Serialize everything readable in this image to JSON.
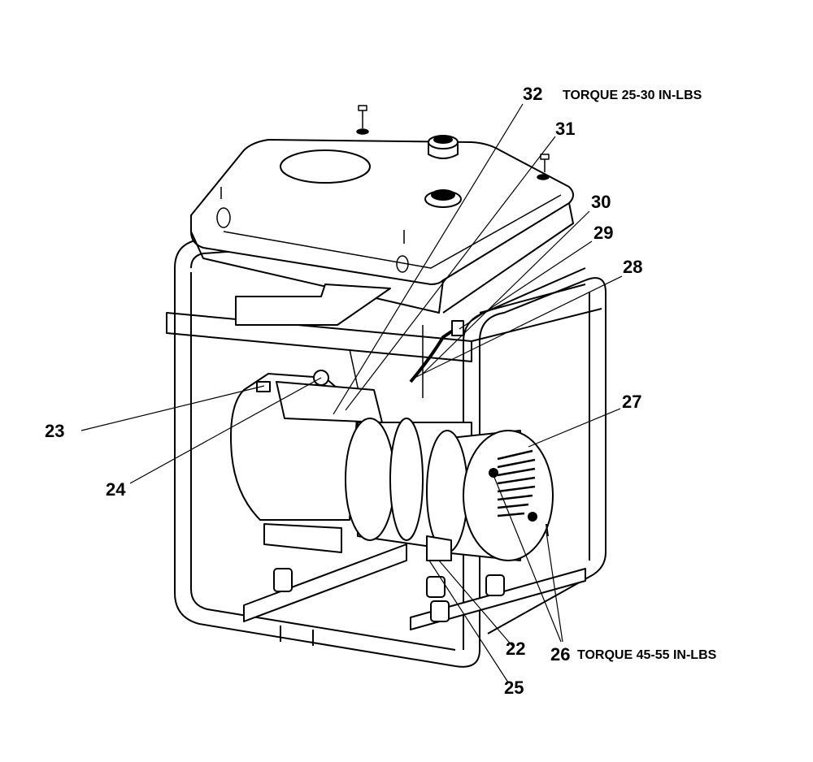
{
  "diagram": {
    "callouts": [
      {
        "id": "32",
        "label": "32"
      },
      {
        "id": "31",
        "label": "31"
      },
      {
        "id": "30",
        "label": "30"
      },
      {
        "id": "29",
        "label": "29"
      },
      {
        "id": "28",
        "label": "28"
      },
      {
        "id": "27",
        "label": "27"
      },
      {
        "id": "23",
        "label": "23"
      },
      {
        "id": "24",
        "label": "24"
      },
      {
        "id": "22",
        "label": "22"
      },
      {
        "id": "26",
        "label": "26"
      },
      {
        "id": "25",
        "label": "25"
      }
    ],
    "notes": {
      "torque_top": "TORQUE 25-30 IN-LBS",
      "torque_bottom": "TORQUE 45-55 IN-LBS"
    }
  }
}
